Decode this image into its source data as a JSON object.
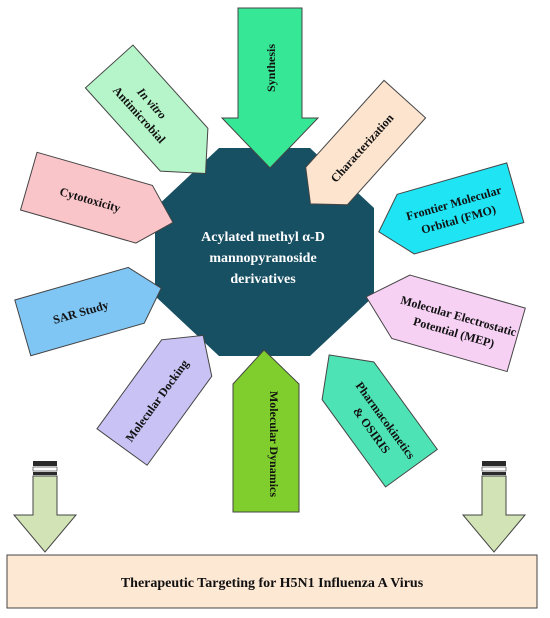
{
  "center": {
    "lines": [
      "Acylated methyl α-D",
      "mannopyranoside",
      "derivatives"
    ],
    "fill": "#174f63"
  },
  "nodes": [
    {
      "id": "synthesis",
      "lines": [
        "Synthesis"
      ],
      "fill": "#36e896"
    },
    {
      "id": "characterization",
      "lines": [
        "Characterization"
      ],
      "fill": "#fce4cf"
    },
    {
      "id": "fmo",
      "lines": [
        "Frontier Molecular",
        "Orbital (FMO)"
      ],
      "fill": "#1ee4f4"
    },
    {
      "id": "mep",
      "lines": [
        "Molecular Electrostatic",
        "Potential (MEP)"
      ],
      "fill": "#f6d1f4"
    },
    {
      "id": "pharmacokinetics",
      "lines": [
        "Pharmacokinetics",
        "& OSIRIS"
      ],
      "fill": "#4ee3b4"
    },
    {
      "id": "molecular-dynamics",
      "lines": [
        "Molecular Dynamics"
      ],
      "fill": "#7fce2d"
    },
    {
      "id": "molecular-docking",
      "lines": [
        "Molecular Docking"
      ],
      "fill": "#c8c3f4"
    },
    {
      "id": "sar-study",
      "lines": [
        "SAR Study"
      ],
      "fill": "#7fc6f5"
    },
    {
      "id": "cytotoxicity",
      "lines": [
        "Cytotoxicity"
      ],
      "fill": "#fac5c9"
    },
    {
      "id": "antimicrobial",
      "lines": [
        "In vitro",
        "Antimicrobial"
      ],
      "fill": "#b5f5c9"
    }
  ],
  "bottom_box": {
    "label": "Therapeutic Targeting for H5N1 Influenza A Virus",
    "fill": "#fde8d4"
  },
  "down_arrow_fill": "#d2e4b5"
}
